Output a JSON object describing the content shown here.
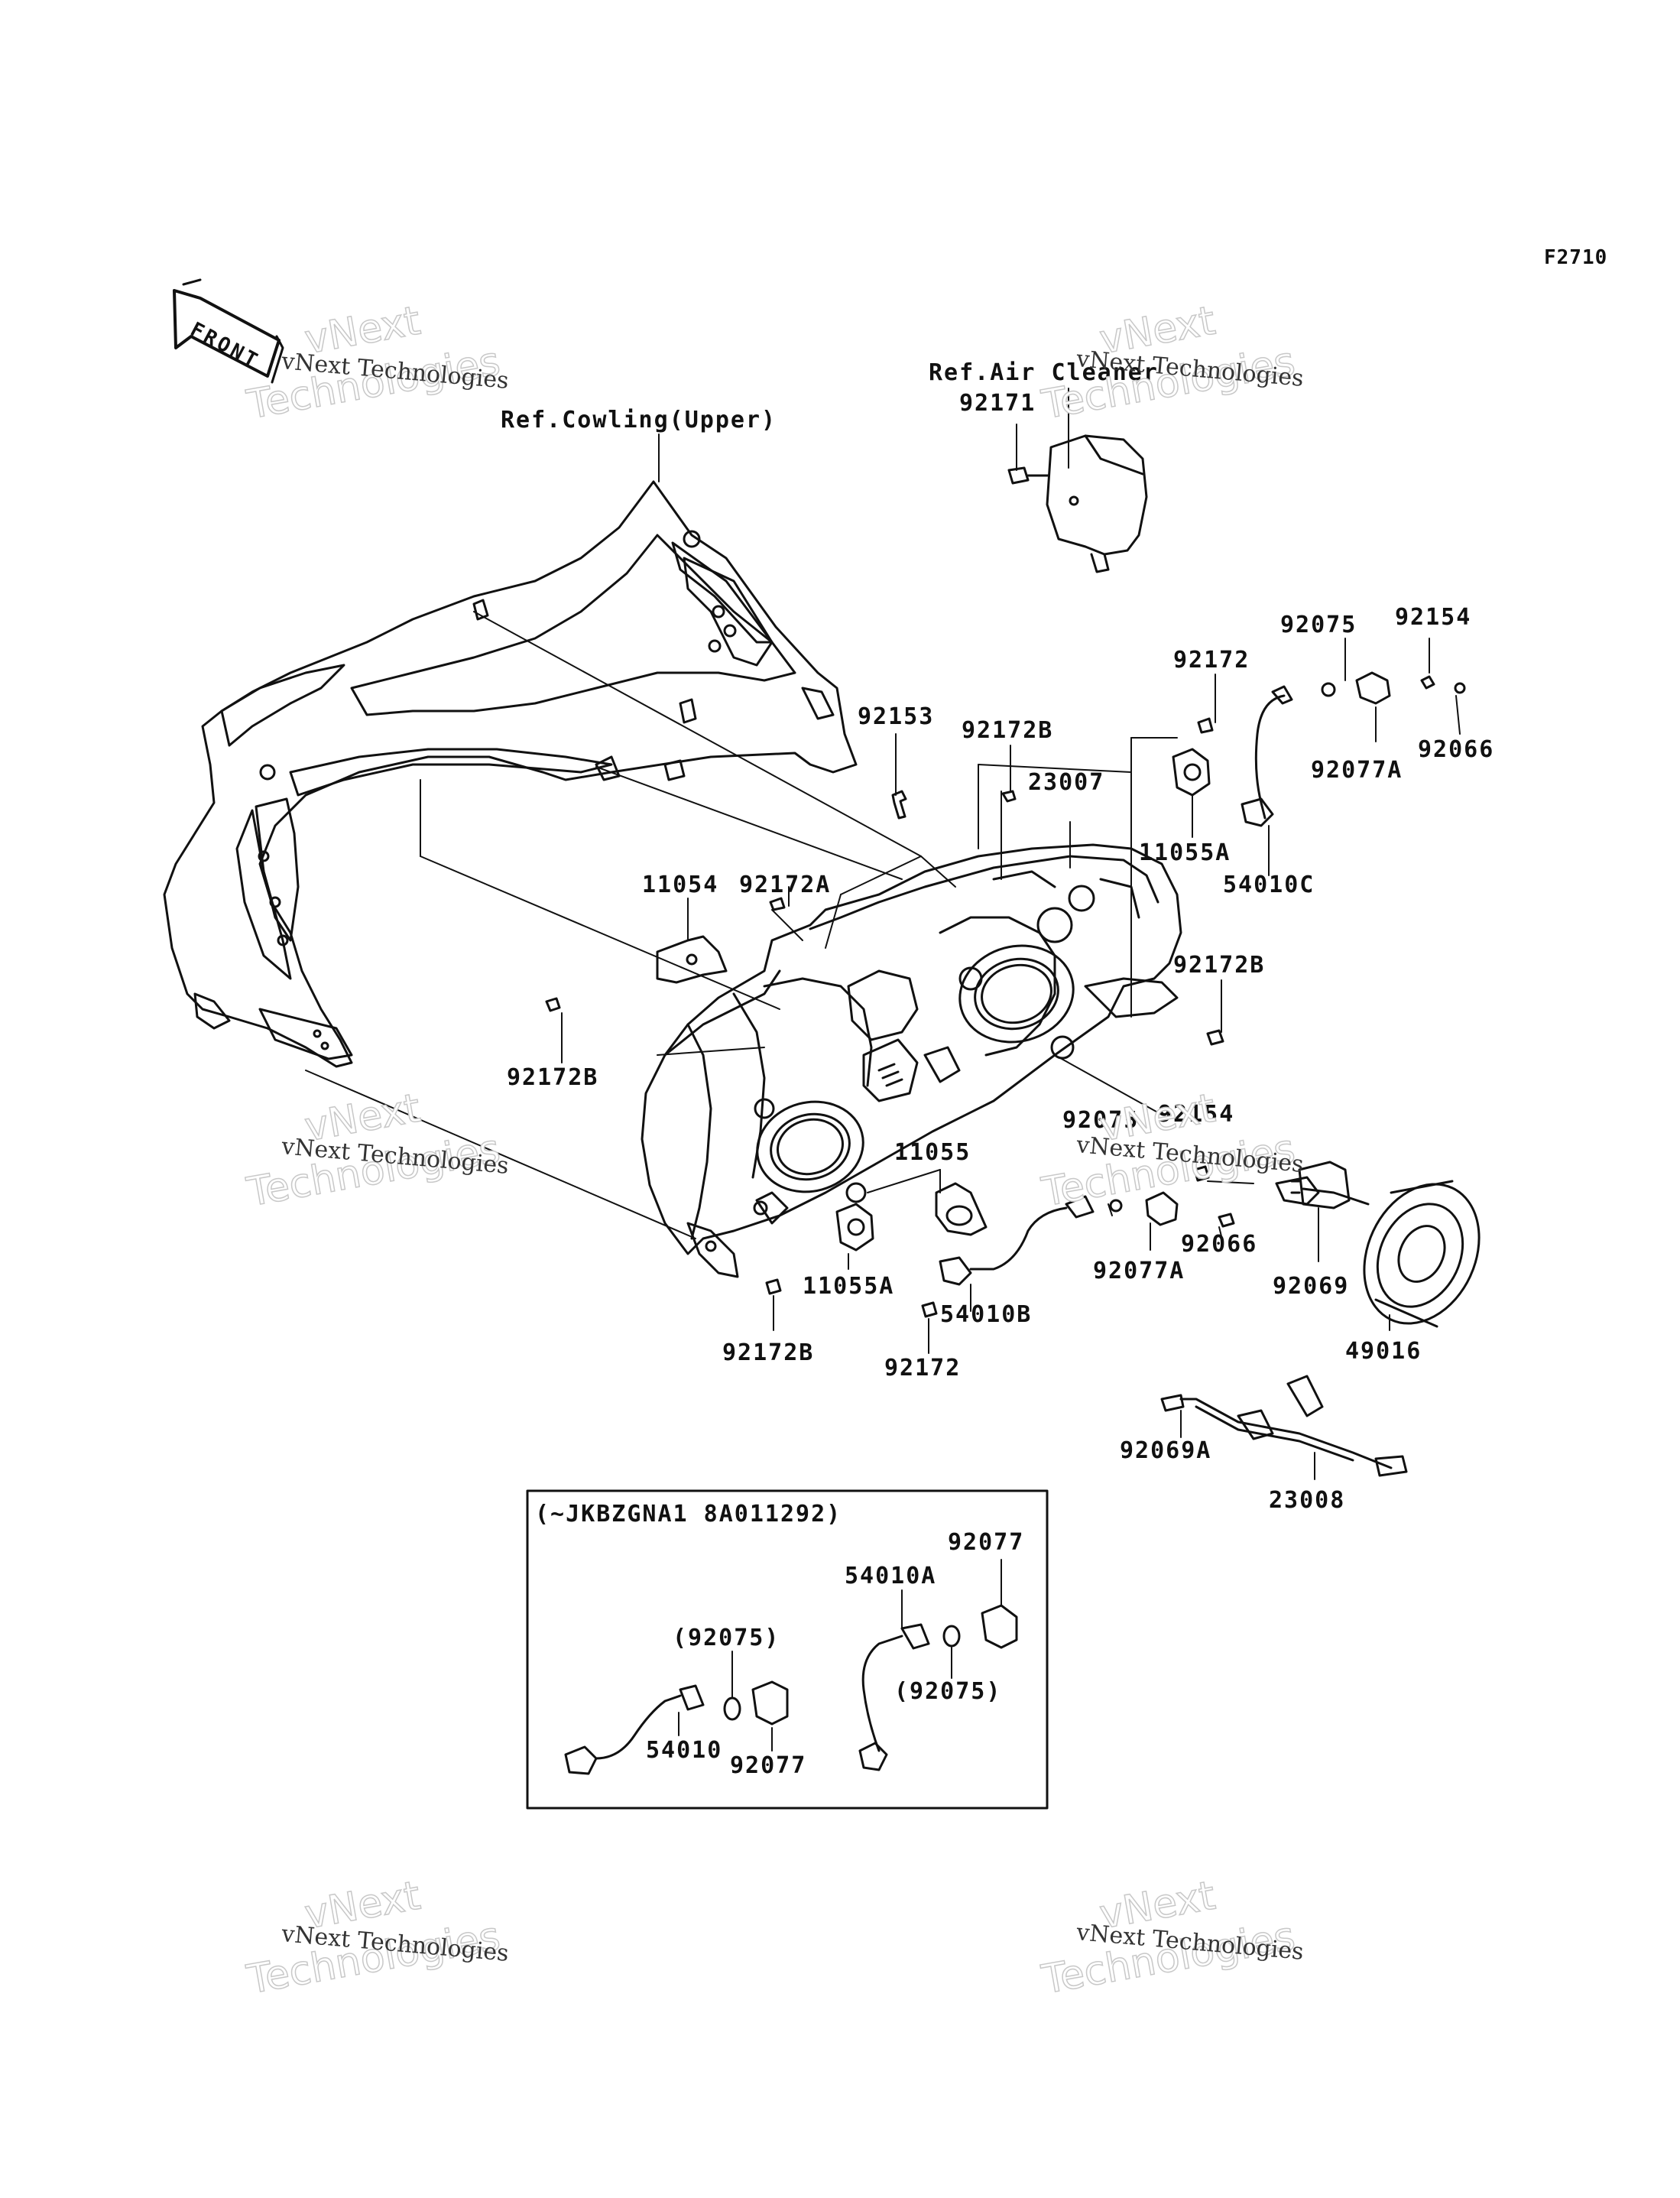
{
  "diagram_code": "F2710",
  "front_marker": "FRONT",
  "references": {
    "cowling": "Ref.Cowling(Upper)",
    "air_cleaner": "Ref.Air Cleaner"
  },
  "parts": {
    "p92171": "92171",
    "p92075_top": "92075",
    "p92154_top": "92154",
    "p92172_top": "92172",
    "p92066_top": "92066",
    "p92077A_top": "92077A",
    "p92153": "92153",
    "p92172B_upper": "92172B",
    "p23007": "23007",
    "p11055A_top": "11055A",
    "p54010C": "54010C",
    "p11054": "11054",
    "p92172A": "92172A",
    "p92172B_right": "92172B",
    "p92172B_left": "92172B",
    "p92075_mid": "92075",
    "p92154_mid": "92154",
    "p11055": "11055",
    "p92066_mid": "92066",
    "p92077A_mid": "92077A",
    "p92069": "92069",
    "p11055A_bottom": "11055A",
    "p54010B": "54010B",
    "p49016": "49016",
    "p92172B_bottom": "92172B",
    "p92172_bottom": "92172",
    "p92069A": "92069A",
    "p23008": "23008"
  },
  "inset": {
    "title": "(~JKBZGNA1 8A011292)",
    "p54010A": "54010A",
    "p92077_top": "92077",
    "p92075_paren_left": "(92075)",
    "p92075_paren_right": "(92075)",
    "p54010": "54010",
    "p92077_bottom": "92077"
  },
  "watermark": {
    "line1": "vNext Technologies",
    "line2": "vNext",
    "line3": "Technologies"
  }
}
